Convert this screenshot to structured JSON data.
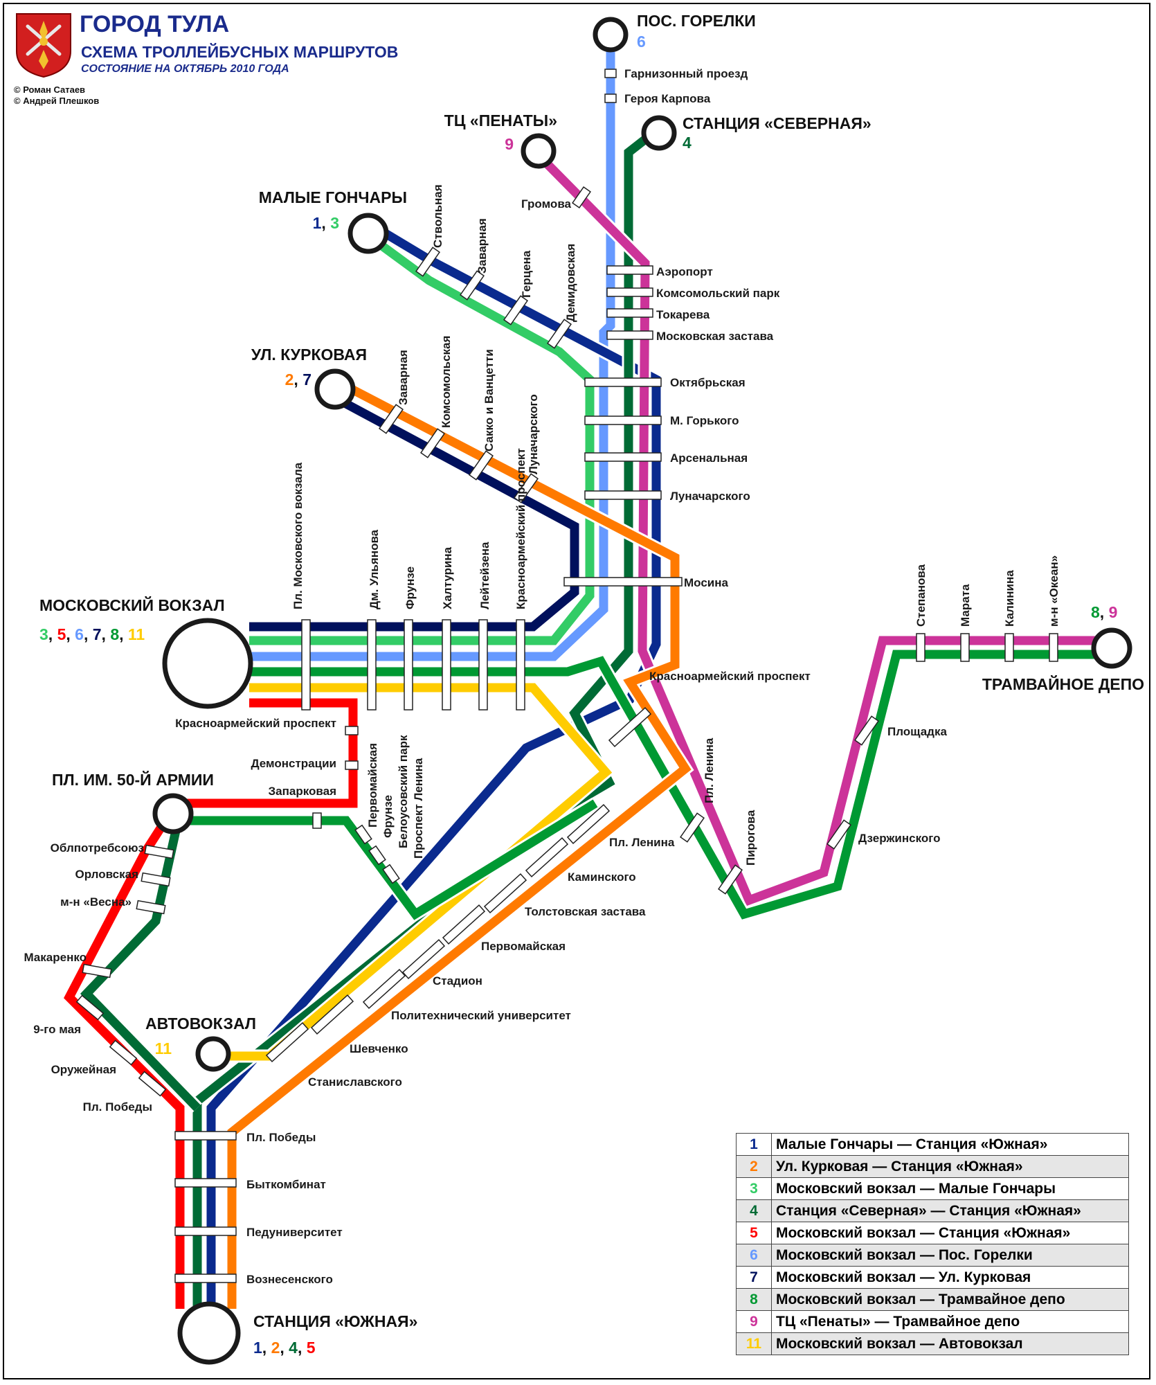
{
  "header": {
    "city": "ГОРОД ТУЛА",
    "subtitle": "СХЕМА ТРОЛЛЕЙБУСНЫХ МАРШРУТОВ",
    "status": "СОСТОЯНИЕ НА ОКТЯБРЬ 2010 ГОДА",
    "copyright1": "© Роман Сатаев",
    "copyright2": "© Андрей Плешков"
  },
  "route_colors": {
    "1": "#0a2a8e",
    "2": "#ff7a00",
    "3": "#33cc66",
    "4": "#006b35",
    "5": "#ff0000",
    "6": "#6699ff",
    "7": "#00105c",
    "8": "#009933",
    "9": "#cc3399",
    "11": "#ffcc00"
  },
  "terminals": {
    "gorelki": {
      "name": "ПОС. ГОРЕЛКИ",
      "routes": [
        "6"
      ]
    },
    "severnaya": {
      "name": "СТАНЦИЯ «СЕВЕРНАЯ»",
      "routes": [
        "4"
      ]
    },
    "penaty": {
      "name": "ТЦ «ПЕНАТЫ»",
      "routes": [
        "9"
      ]
    },
    "goncha": {
      "name": "МАЛЫЕ ГОНЧАРЫ",
      "routes": [
        "1",
        "3"
      ]
    },
    "kurkovaya": {
      "name": "УЛ. КУРКОВАЯ",
      "routes": [
        "2",
        "7"
      ]
    },
    "vokzal": {
      "name": "МОСКОВСКИЙ ВОКЗАЛ",
      "routes": [
        "3",
        "5",
        "6",
        "7",
        "8",
        "11"
      ]
    },
    "armii": {
      "name": "ПЛ. ИМ. 50-Й АРМИИ",
      "routes": []
    },
    "avtovokzal": {
      "name": "АВТОВОКЗАЛ",
      "routes": [
        "11"
      ]
    },
    "yuzhnaya": {
      "name": "СТАНЦИЯ «ЮЖНАЯ»",
      "routes": [
        "1",
        "2",
        "4",
        "5"
      ]
    },
    "depo": {
      "name": "ТРАМВАЙНОЕ ДЕПО",
      "routes": [
        "8",
        "9"
      ]
    }
  },
  "stops": {
    "garnizon": "Гарнизонный проезд",
    "karpova": "Героя Карпова",
    "gromova": "Громова",
    "aeroport": "Аэропорт",
    "komsomol_park": "Комсомольский парк",
    "tokareva": "Токарева",
    "mosk_zastava": "Московская застава",
    "oktyabrskaya": "Октябрьская",
    "gorkogo": "М. Горького",
    "arsenalnaya": "Арсенальная",
    "lunach_r": "Луначарского",
    "mosina": "Мосина",
    "stvolnaya": "Ствольная",
    "zavarnaya1": "Заварная",
    "gercena": "Герцена",
    "demidovskaya": "Демидовская",
    "zavarnaya2": "Заварная",
    "komsomolskaya": "Комсомольская",
    "sakko": "Сакко и Ванцетти",
    "lunach_v": "Луначарского",
    "pl_mosk_vokzala": "Пл. Московского вокзала",
    "ulyanova": "Дм. Ульянова",
    "frunze1": "Фрунзе",
    "halturina": "Халтурина",
    "leiteizena": "Лейтейзена",
    "krasnoarm_v": "Красноармейский проспект",
    "krasnoarm_r": "Красноармейский проспект",
    "krasnoarm_l": "Красноармейский проспект",
    "demonstracii": "Демонстрации",
    "zaparkovaya": "Запарковая",
    "pervomaiskaya1": "Первомайская",
    "frunze2": "Фрунзе",
    "belousov": "Белоусовский парк",
    "prosp_lenina": "Проспект Ленина",
    "pl_lenina_v": "Пл. Ленина",
    "pl_lenina": "Пл. Ленина",
    "pirogova": "Пирогова",
    "dzerzhinskogo": "Дзержинского",
    "ploshchadka": "Площадка",
    "stepanova": "Степанова",
    "marata": "Марата",
    "kalinina": "Калинина",
    "okean": "м-н «Океан»",
    "kaminskogo": "Каминского",
    "tolstovskaya": "Толстовская застава",
    "pervomaiskaya2": "Первомайская",
    "stadion": "Стадион",
    "politeh": "Политехнический университет",
    "shevchenko": "Шевченко",
    "stanislavskogo": "Станиславского",
    "oblpotreb": "Облпотребсоюз",
    "orlovskaya": "Орловская",
    "vesna": "м-н «Весна»",
    "makarenko": "Макаренко",
    "devyatoe_maya": "9-го мая",
    "oruzheinaya": "Оружейная",
    "pl_pobedy_l": "Пл. Победы",
    "pl_pobedy_r": "Пл. Победы",
    "bytkombinat": "Быткомбинат",
    "peduniver": "Педуниверситет",
    "voznesenskogo": "Вознесенского"
  },
  "legend": [
    {
      "num": "1",
      "name": "Малые Гончары — Станция «Южная»"
    },
    {
      "num": "2",
      "name": "Ул. Курковая — Станция «Южная»"
    },
    {
      "num": "3",
      "name": "Московский вокзал — Малые Гончары"
    },
    {
      "num": "4",
      "name": "Станция «Северная» — Станция «Южная»"
    },
    {
      "num": "5",
      "name": "Московский вокзал — Станция «Южная»"
    },
    {
      "num": "6",
      "name": "Московский вокзал — Пос. Горелки"
    },
    {
      "num": "7",
      "name": "Московский вокзал — Ул. Курковая"
    },
    {
      "num": "8",
      "name": "Московский вокзал — Трамвайное депо"
    },
    {
      "num": "9",
      "name": "ТЦ «Пенаты» — Трамвайное депо"
    },
    {
      "num": "11",
      "name": "Московский вокзал — Автовокзал"
    }
  ]
}
